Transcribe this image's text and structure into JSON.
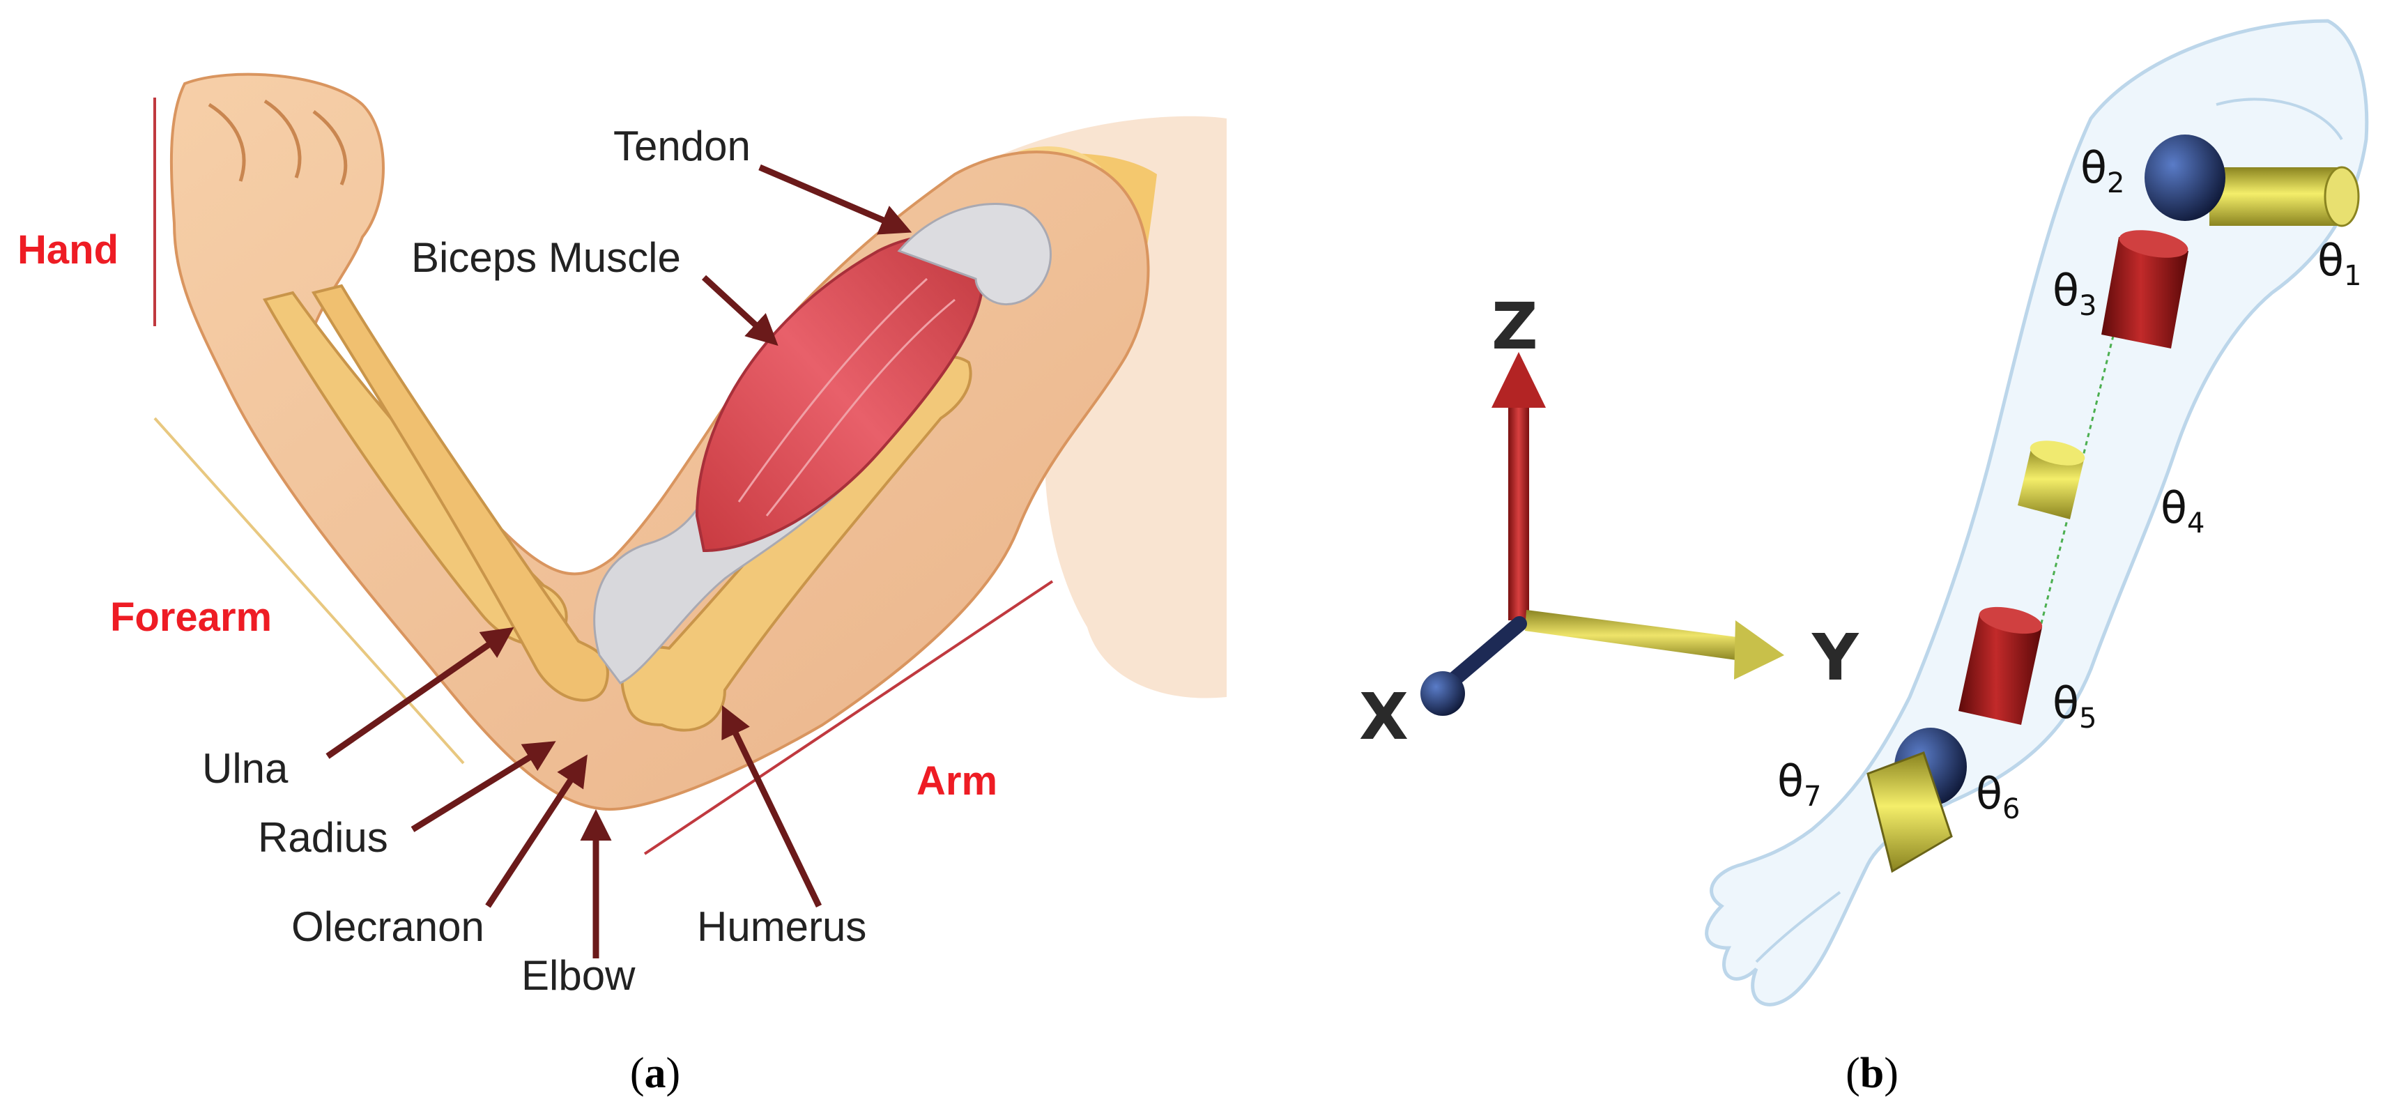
{
  "panel_a": {
    "labels": {
      "tendon": "Tendon",
      "biceps": "Biceps Muscle",
      "ulna": "Ulna",
      "radius": "Radius",
      "olecranon": "Olecranon",
      "elbow": "Elbow",
      "humerus": "Humerus"
    },
    "regions": {
      "hand": "Hand",
      "forearm": "Forearm",
      "arm": "Arm"
    },
    "caption": {
      "open": "(",
      "letter": "a",
      "close": ")"
    }
  },
  "panel_b": {
    "axes": {
      "z": "Z",
      "y": "Y",
      "x": "X"
    },
    "joints": [
      {
        "symbol": "θ",
        "sub": "1"
      },
      {
        "symbol": "θ",
        "sub": "2"
      },
      {
        "symbol": "θ",
        "sub": "3"
      },
      {
        "symbol": "θ",
        "sub": "4"
      },
      {
        "symbol": "θ",
        "sub": "5"
      },
      {
        "symbol": "θ",
        "sub": "6"
      },
      {
        "symbol": "θ",
        "sub": "7"
      }
    ],
    "caption": {
      "open": "(",
      "letter": "b",
      "close": ")"
    }
  },
  "colors": {
    "region_label": "#ee1c24",
    "arrow": "#6b1a1a",
    "skin": "#f3c49a",
    "bone": "#f2c879",
    "muscle": "#d94b50",
    "tendon": "#d8d8dc",
    "arm_outline": "#bcd6ea",
    "joint_red": "#9b1515",
    "joint_yellow": "#d7cf3a",
    "joint_blue": "#1c2e5c"
  }
}
